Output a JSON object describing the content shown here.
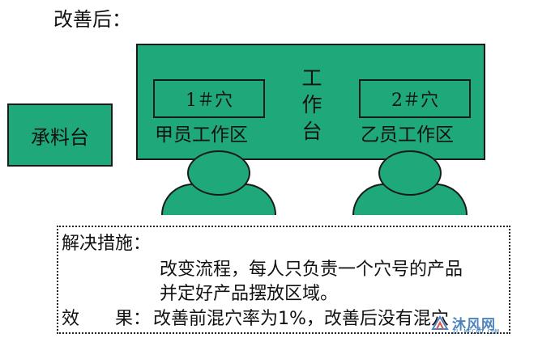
{
  "title": "改善后：",
  "receiving_station": {
    "label": "承料台"
  },
  "workbench": {
    "label": "工\n作\n台",
    "stations": [
      {
        "cavity_label": "1＃穴",
        "worker_area": "甲员工作区"
      },
      {
        "cavity_label": "2＃穴",
        "worker_area": "乙员工作区"
      }
    ]
  },
  "measures": {
    "heading": "解决措施：",
    "line1": "改变流程，每人只负责一个穴号的产品",
    "line2": "并定好产品摆放区域。",
    "effect_label": "效　　果：",
    "effect_text": "改善前混穴率为1%，改善后没有混穴"
  },
  "watermark": {
    "text": "沐风网",
    "url": "ZL.MFCAD.COM"
  },
  "colors": {
    "fill": "#1fa879",
    "outline": "#1a1a1a",
    "watermark": "#2e6fb3"
  }
}
